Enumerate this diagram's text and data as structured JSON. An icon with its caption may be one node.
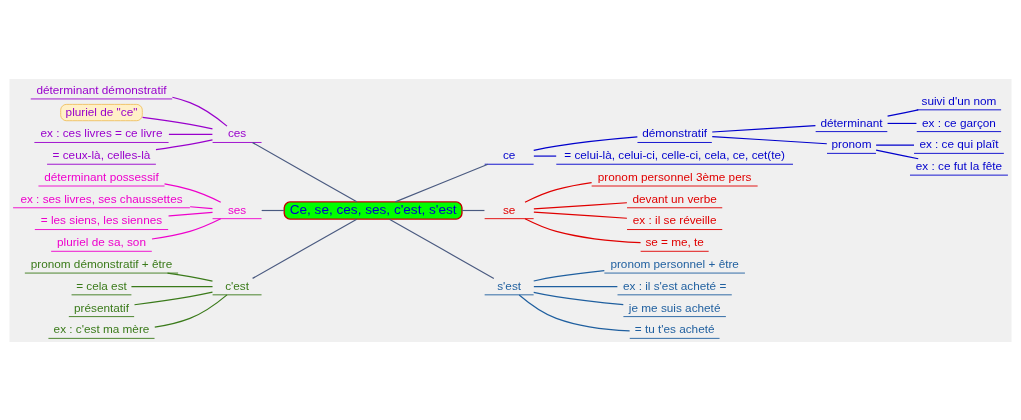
{
  "diagram": {
    "nodes": [
      {
        "text": [
          "Ce, se, ces, ses, c'est, s'est"
        ]
      },
      {
        "text": [
          "ce"
        ]
      },
      {
        "text": [
          "démonstratif"
        ]
      },
      {
        "text": [
          "déterminant"
        ]
      },
      {
        "text": [
          "suivi d'un nom"
        ]
      },
      {
        "text": [
          "ex : ce garçon"
        ]
      },
      {
        "text": [
          "pronom"
        ]
      },
      {
        "text": [
          "ex : ce qui plaît"
        ]
      },
      {
        "text": [
          "ex : ce fut la fête"
        ]
      },
      {
        "text": [
          "= celui-là, celui-ci, celle-ci, cela, ce, cet(te)"
        ]
      },
      {
        "text": [
          "se"
        ]
      },
      {
        "text": [
          "pronom personnel 3ème pers"
        ]
      },
      {
        "text": [
          "devant un verbe"
        ]
      },
      {
        "text": [
          "ex : il se réveille"
        ]
      },
      {
        "text": [
          "se = me, te"
        ]
      },
      {
        "text": [
          "s'est"
        ]
      },
      {
        "text": [
          "pronom personnel + être"
        ]
      },
      {
        "text": [
          "ex : il s'est acheté ="
        ]
      },
      {
        "text": [
          "je me suis acheté"
        ]
      },
      {
        "text": [
          "= tu t'es acheté"
        ]
      },
      {
        "text": [
          "ces"
        ]
      },
      {
        "text": [
          "déterminant démonstratif"
        ]
      },
      {
        "text": [
          "pluriel de \"ce\""
        ]
      },
      {
        "text": [
          "ex : ces livres = ce livre"
        ]
      },
      {
        "text": [
          "= ceux-là, celles-là"
        ]
      },
      {
        "text": [
          "ses"
        ]
      },
      {
        "text": [
          "déterminant possessif"
        ]
      },
      {
        "text": [
          "ex : ses livres, ses chaussettes"
        ]
      },
      {
        "text": [
          "= les siens, les siennes"
        ]
      },
      {
        "text": [
          "pluriel de sa, son"
        ]
      },
      {
        "text": [
          "c'est"
        ]
      },
      {
        "text": [
          "pronom démonstratif + être"
        ]
      },
      {
        "text": [
          "= cela est"
        ]
      },
      {
        "text": [
          "présentatif"
        ]
      },
      {
        "text": [
          "ex : c'est ma mère"
        ]
      }
    ],
    "edges": [
      {
        "from": 0,
        "to": 1,
        "arrow": "none"
      },
      {
        "from": 1,
        "to": 2,
        "arrow": "none",
        "color": "#0000cc"
      },
      {
        "from": 2,
        "to": 3,
        "arrow": "none",
        "color": "#0000cc"
      },
      {
        "from": 3,
        "to": 4,
        "arrow": "none",
        "color": "#0000cc"
      },
      {
        "from": 3,
        "to": 5,
        "arrow": "none",
        "color": "#0000cc"
      },
      {
        "from": 2,
        "to": 6,
        "arrow": "none",
        "color": "#0000cc"
      },
      {
        "from": 6,
        "to": 7,
        "arrow": "none",
        "color": "#0000cc"
      },
      {
        "from": 6,
        "to": 8,
        "arrow": "none",
        "color": "#0000cc"
      },
      {
        "from": 1,
        "to": 9,
        "arrow": "none",
        "color": "#0000cc"
      },
      {
        "from": 0,
        "to": 10,
        "arrow": "none"
      },
      {
        "from": 10,
        "to": 11,
        "arrow": "none",
        "color": "#e00000"
      },
      {
        "from": 10,
        "to": 12,
        "arrow": "none",
        "color": "#e00000"
      },
      {
        "from": 10,
        "to": 13,
        "arrow": "none",
        "color": "#e00000"
      },
      {
        "from": 10,
        "to": 14,
        "arrow": "none",
        "color": "#e00000"
      },
      {
        "from": 0,
        "to": 15,
        "arrow": "none"
      },
      {
        "from": 15,
        "to": 16,
        "arrow": "none",
        "color": "#1f5f9f"
      },
      {
        "from": 15,
        "to": 17,
        "arrow": "none",
        "color": "#1f5f9f"
      },
      {
        "from": 15,
        "to": 18,
        "arrow": "none",
        "color": "#1f5f9f"
      },
      {
        "from": 15,
        "to": 19,
        "arrow": "none",
        "color": "#1f5f9f"
      },
      {
        "from": 20,
        "to": 0,
        "arrow": "none"
      },
      {
        "from": 21,
        "to": 20,
        "arrow": "none",
        "color": "#9900cc"
      },
      {
        "from": 22,
        "to": 20,
        "arrow": "none",
        "color": "#9900cc"
      },
      {
        "from": 23,
        "to": 20,
        "arrow": "none",
        "color": "#9900cc"
      },
      {
        "from": 24,
        "to": 20,
        "arrow": "none",
        "color": "#9900cc"
      },
      {
        "from": 25,
        "to": 0,
        "arrow": "none"
      },
      {
        "from": 26,
        "to": 25,
        "arrow": "none",
        "color": "#ee00cc"
      },
      {
        "from": 27,
        "to": 25,
        "arrow": "none",
        "color": "#ee00cc"
      },
      {
        "from": 28,
        "to": 25,
        "arrow": "none",
        "color": "#ee00cc"
      },
      {
        "from": 29,
        "to": 25,
        "arrow": "none",
        "color": "#ee00cc"
      },
      {
        "from": 30,
        "to": 0,
        "arrow": "none"
      },
      {
        "from": 31,
        "to": 30,
        "arrow": "none",
        "color": "#3a7a1a"
      },
      {
        "from": 32,
        "to": 30,
        "arrow": "none",
        "color": "#3a7a1a"
      },
      {
        "from": 33,
        "to": 30,
        "arrow": "none",
        "color": "#3a7a1a"
      },
      {
        "from": 34,
        "to": 30,
        "arrow": "none",
        "color": "#3a7a1a"
      }
    ]
  }
}
